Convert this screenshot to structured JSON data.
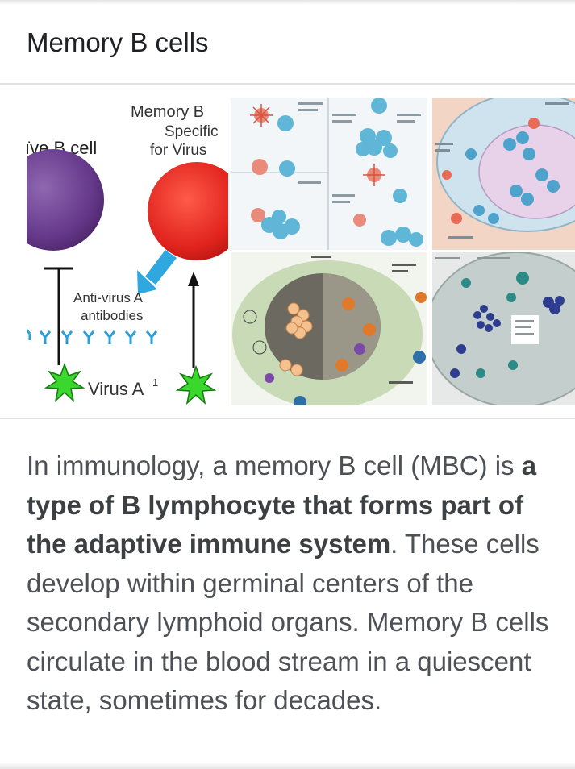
{
  "card": {
    "title": "Memory B cells"
  },
  "gallery": {
    "main_image": {
      "label_left": "ïve B cell",
      "label_right_1": "Memory B",
      "label_right_2": "Specific",
      "label_right_3": "for Virus",
      "antibodies_1": "Anti-virus A",
      "antibodies_2": "antibodies",
      "virus_label": "Virus A",
      "virus_superscript": "1"
    }
  },
  "snippet": {
    "part1": "In immunology, a memory B cell (MBC) is ",
    "bold": "a type of B lymphocyte that forms part of the adaptive immune system",
    "part2": ". These cells develop within germinal centers of the secondary lymphoid organs. Memory B cells circulate in the blood stream in a quiescent state, sometimes for decades."
  },
  "colors": {
    "naive_cell": "#6a3e8c",
    "memory_cell": "#e2241f",
    "antibody": "#2a9fd8",
    "virus": "#36d62a"
  }
}
